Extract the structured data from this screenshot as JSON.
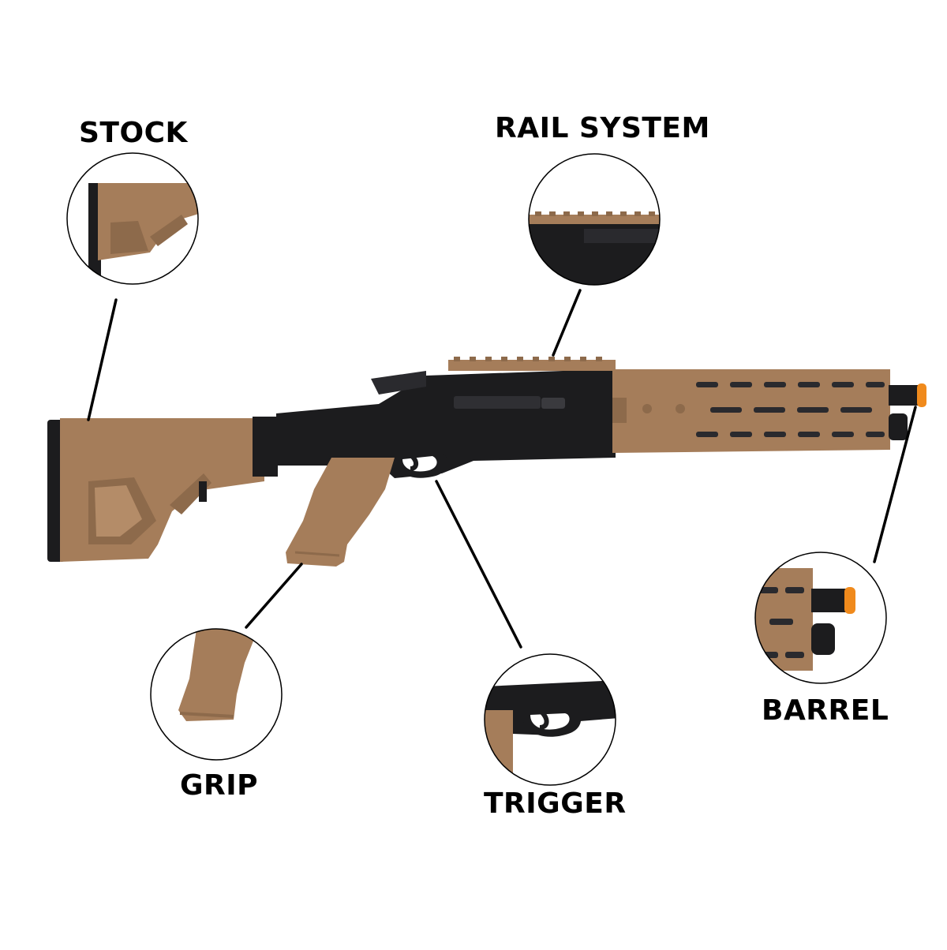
{
  "labels": {
    "stock": "STOCK",
    "rail_system": "RAIL SYSTEM",
    "grip": "GRIP",
    "trigger": "TRIGGER",
    "barrel": "BARREL"
  },
  "colors": {
    "tan": "#a57d5a",
    "tan_dark": "#8d6a4b",
    "black": "#1c1c1e",
    "orange_tip": "#f08a1c"
  }
}
